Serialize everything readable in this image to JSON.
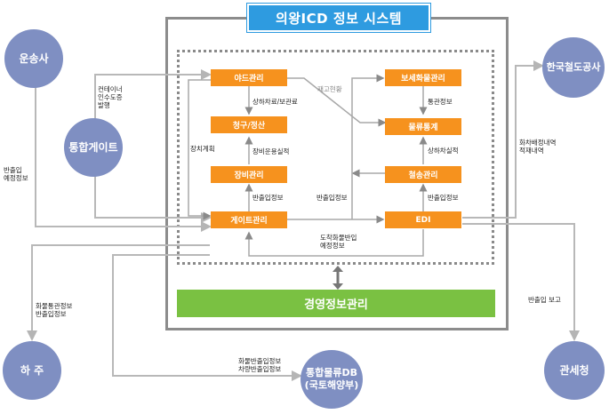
{
  "title": "의왕ICD 정보 시스템",
  "management": "경영정보관리",
  "boxes": {
    "yard": "야드관리",
    "billing": "청구/정산",
    "equipment": "장비관리",
    "gate": "게이트관리",
    "bonded": "보세화물관리",
    "logistics": "물류통계",
    "rail": "철송관리",
    "edi": "EDI"
  },
  "circles": {
    "carrier": "운송사",
    "gate_system": "통합게이트",
    "shipper": "하 주",
    "korail": "한국철도공사",
    "db": "통합물류DB\n(국토해양부)",
    "customs": "관세청"
  },
  "labels": {
    "container_issue": "컨테이너\n인수도증\n발행",
    "in_out_plan": "반출입\n예정정보",
    "cargo_customs": "화물통관정보\n반출입정보",
    "cargo_vehicle": "화물반출입정보\n차량반출입정보",
    "train_info": "화차배정내역\n적재내역",
    "in_out_report": "반출입 보고",
    "up_down_status": "상하차료/보관료",
    "inventory": "재고현황",
    "customs_info": "통관정보",
    "equip_plan": "장치계획",
    "equip_perf": "장비운용실적",
    "in_out_info_1": "반출입정보",
    "in_out_info_2": "반출입정보",
    "in_out_info_3": "반출입정보",
    "up_down_perf": "상하차실적",
    "arrival_plan": "도착화물반입\n예정정보"
  }
}
